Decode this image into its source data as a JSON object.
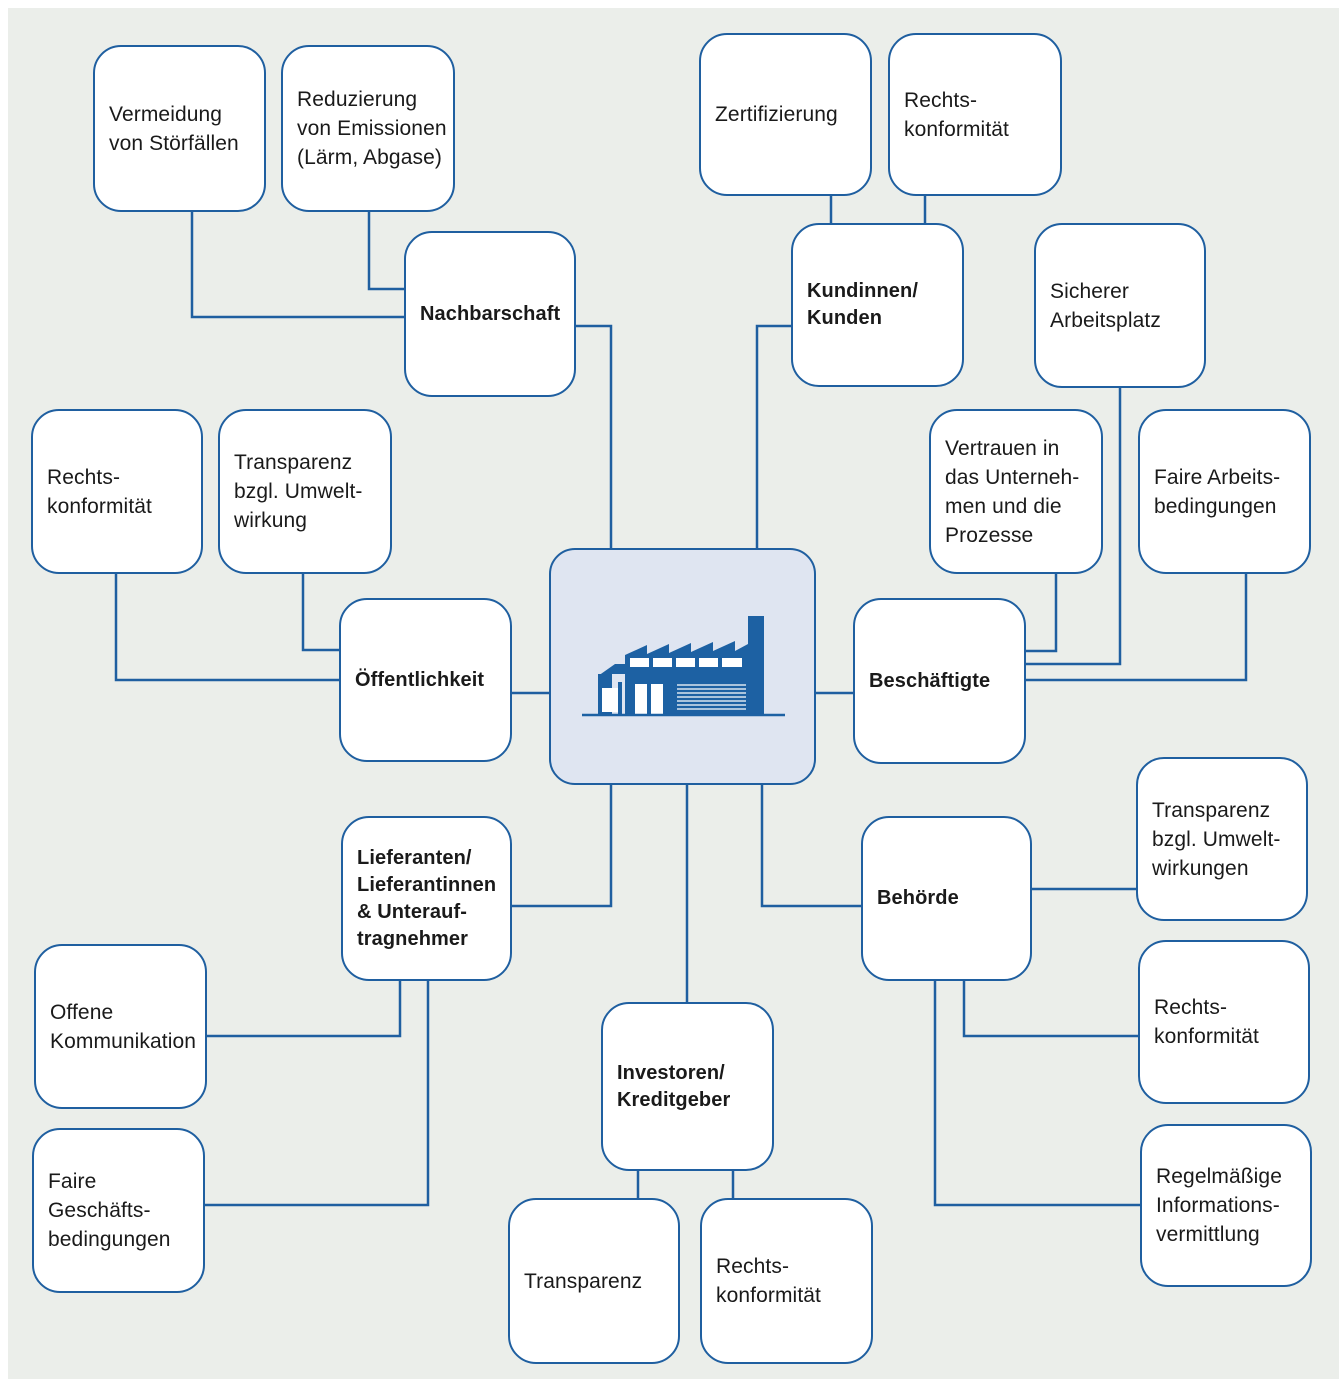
{
  "center": {
    "icon": "factory-icon",
    "color": "#e0e6f2"
  },
  "colors": {
    "line": "#1f5fa0",
    "background": "#ebeeea",
    "icon": "#1d61a3"
  },
  "stakeholders": {
    "nachbarschaft": "Nachbarschaft",
    "kunden": "Kundinnen/\nKunden",
    "oeffentlichkeit": "Öffentlichkeit",
    "beschaeftigte": "Beschäftigte",
    "lieferanten": "Lieferanten/\nLieferantinnen\n& Unterauf-\ntragnehmer",
    "behoerde": "Behörde",
    "investoren": "Investoren/\nKreditgeber"
  },
  "interests": {
    "stoerfaelle": "Vermeidung\nvon Störfällen",
    "emissionen": "Reduzierung\nvon Emissionen\n(Lärm, Abgase)",
    "zertifizierung": "Zertifizierung",
    "kunden_recht": "Rechts-\nkonformität",
    "arbeitsplatz": "Sicherer\nArbeitsplatz",
    "oeff_recht": "Rechts-\nkonformität",
    "oeff_transparenz": "Transparenz\nbzgl. Umwelt-\nwirkung",
    "vertrauen": "Vertrauen in\ndas Unterneh-\nmen und die\nProzesse",
    "faire_arbeit": "Faire Arbeits-\nbedingungen",
    "beh_transparenz": "Transparenz\nbzgl. Umwelt-\nwirkungen",
    "offene_komm": "Offene\nKommunikation",
    "beh_recht": "Rechts-\nkonformität",
    "faire_gesch": "Faire\nGeschäfts-\nbedingungen",
    "regelmaessig": "Regelmäßige\nInformations-\nvermittlung",
    "inv_transparenz": "Transparenz",
    "inv_recht": "Rechts-\nkonformität"
  }
}
